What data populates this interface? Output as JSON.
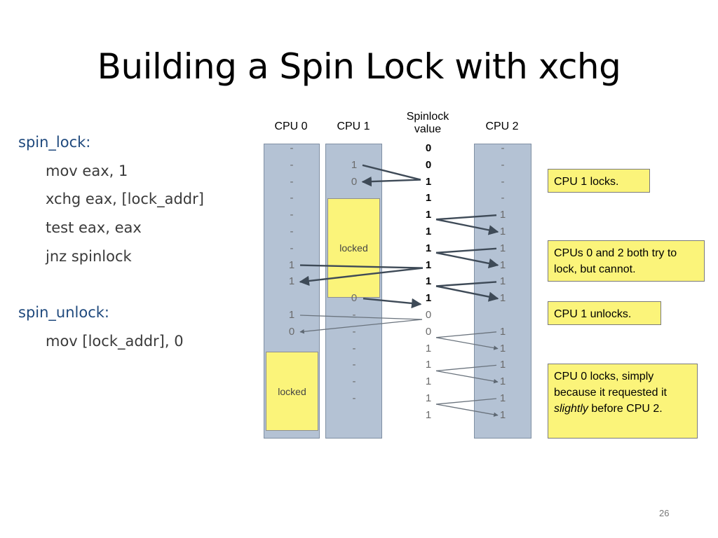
{
  "title": "Building a Spin Lock with xchg",
  "code": {
    "spin_lock_label": "spin_lock:",
    "spin_lock_lines": [
      "mov eax, 1",
      "xchg eax, [lock_addr]",
      "test eax, eax",
      "jnz spinlock"
    ],
    "spin_unlock_label": "spin_unlock:",
    "spin_unlock_lines": [
      "mov [lock_addr], 0"
    ]
  },
  "diagram": {
    "headers": {
      "cpu0": "CPU 0",
      "cpu1": "CPU 1",
      "spinlock_line1": "Spinlock",
      "spinlock_line2": "value",
      "cpu2": "CPU 2"
    },
    "cpu0_values": [
      "-",
      "-",
      "-",
      "-",
      "-",
      "-",
      "-",
      "1",
      "1",
      "",
      "1",
      "0",
      "",
      "",
      "",
      "",
      "",
      ""
    ],
    "cpu1_values": [
      "",
      "1",
      "0",
      "",
      "",
      "",
      "",
      "",
      "",
      "0",
      "-",
      "-",
      "-",
      "-",
      "-",
      "-",
      "",
      ""
    ],
    "spinlock_values": [
      "0",
      "0",
      "1",
      "1",
      "1",
      "1",
      "1",
      "1",
      "1",
      "1",
      "0",
      "0",
      "1",
      "1",
      "1",
      "1",
      "1",
      ""
    ],
    "cpu2_values": [
      "-",
      "-",
      "-",
      "-",
      "1",
      "1",
      "1",
      "1",
      "1",
      "1",
      "",
      "1",
      "1",
      "1",
      "1",
      "1",
      "1",
      ""
    ],
    "locked_label": "locked",
    "notes": [
      {
        "text": "CPU 1 locks."
      },
      {
        "text": "CPUs 0 and 2 both try to lock, but cannot."
      },
      {
        "text": "CPU 1 unlocks."
      },
      {
        "pre": "CPU 0 locks, simply because it requested it ",
        "em": "slightly",
        "post": " before CPU 2."
      }
    ]
  },
  "page_number": "26"
}
